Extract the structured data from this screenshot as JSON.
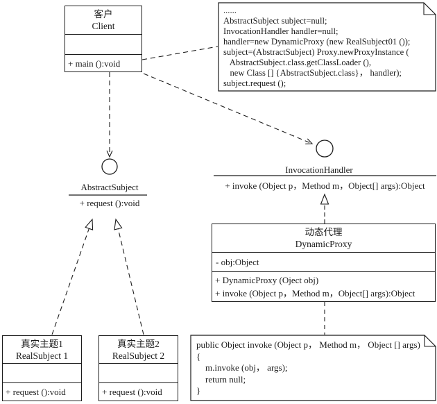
{
  "client": {
    "name_cn": "客户",
    "name_en": "Client",
    "method": "+ main ():void"
  },
  "top_note": {
    "lines": [
      "......",
      "AbstractSubject subject=null;",
      "InvocationHandler handler=null;",
      "handler=new DynamicProxy (new RealSubject01 ());",
      "subject=(AbstractSubject) Proxy.newProxyInstance (",
      "   AbstractSubject.class.getClassLoader (),",
      "   new Class [] {AbstractSubject.class}， handler);",
      "subject.request ();"
    ]
  },
  "abstract_subject": {
    "name": "AbstractSubject",
    "method": "+ request ():void"
  },
  "invocation_handler": {
    "name": "InvocationHandler",
    "method": "+ invoke (Object p，Method m，Object[] args):Object"
  },
  "dynamic_proxy": {
    "name_cn": "动态代理",
    "name_en": "DynamicProxy",
    "attribute": "- obj:Object",
    "methods": [
      "+ DynamicProxy (Oject obj)",
      "+ invoke (Object p，Method m，Object[] args):Object"
    ]
  },
  "real_subject_1": {
    "name_cn": "真实主题1",
    "name_en": "RealSubject 1",
    "method": "+ request ():void"
  },
  "real_subject_2": {
    "name_cn": "真实主题2",
    "name_en": "RealSubject 2",
    "method": "+ request ():void"
  },
  "bottom_note": {
    "lines": [
      "public Object invoke (Object p， Method m， Object [] args)",
      "{",
      "    m.invoke (obj， args);",
      "    return null;",
      "}"
    ]
  },
  "colors": {
    "line": "#1c1c1c",
    "background": "#ffffff"
  }
}
